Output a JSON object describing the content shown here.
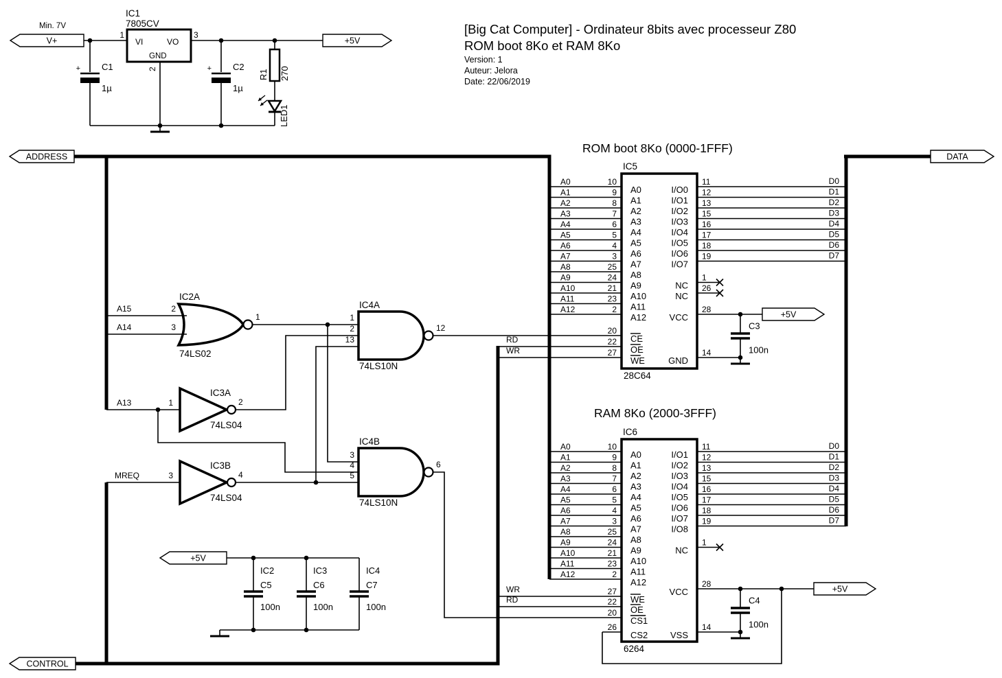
{
  "title_block": {
    "line1": "[Big Cat Computer] - Ordinateur 8bits avec processeur Z80",
    "line2": "ROM boot 8Ko et RAM 8Ko",
    "version": "Version: 1",
    "author": "Auteur: Jelora",
    "date": "Date: 22/06/2019"
  },
  "power": {
    "input_flag": "V+",
    "input_note": "Min. 7V",
    "output_flag": "+5V",
    "regulator": {
      "ref": "IC1",
      "part": "7805CV",
      "label_in": "VI",
      "label_out": "VO",
      "label_gnd": "GND",
      "pin_in": "1",
      "pin_out": "3",
      "pin_gnd": "2"
    },
    "c1": {
      "ref": "C1",
      "value": "1µ",
      "plus": "+"
    },
    "c2": {
      "ref": "C2",
      "value": "1µ",
      "plus": "+"
    },
    "r1": {
      "ref": "R1",
      "value": "270"
    },
    "led1": {
      "ref": "LED1"
    }
  },
  "buses": {
    "address": "ADDRESS",
    "data": "DATA",
    "control": "CONTROL"
  },
  "glue": {
    "nor": {
      "ref": "IC2A",
      "part": "74LS02",
      "in1_net": "A15",
      "in1_pin": "2",
      "in2_net": "A14",
      "in2_pin": "3",
      "out_pin": "1"
    },
    "inv1": {
      "ref": "IC3A",
      "part": "74LS04",
      "in_net": "A13",
      "in_pin": "1",
      "out_pin": "2"
    },
    "inv2": {
      "ref": "IC3B",
      "part": "74LS04",
      "in_net": "MREQ",
      "in_pin": "3",
      "out_pin": "4"
    },
    "nand1": {
      "ref": "IC4A",
      "part": "74LS10N",
      "in_pins": [
        "1",
        "2",
        "13"
      ],
      "out_pin": "12"
    },
    "nand2": {
      "ref": "IC4B",
      "part": "74LS10N",
      "in_pins": [
        "3",
        "4",
        "5"
      ],
      "out_pin": "6"
    }
  },
  "rom": {
    "title": "ROM boot 8Ko (0000-1FFF)",
    "ref": "IC5",
    "part": "28C64",
    "address_pins": [
      {
        "net": "A0",
        "pin": "10",
        "name": "A0"
      },
      {
        "net": "A1",
        "pin": "9",
        "name": "A1"
      },
      {
        "net": "A2",
        "pin": "8",
        "name": "A2"
      },
      {
        "net": "A3",
        "pin": "7",
        "name": "A3"
      },
      {
        "net": "A4",
        "pin": "6",
        "name": "A4"
      },
      {
        "net": "A5",
        "pin": "5",
        "name": "A5"
      },
      {
        "net": "A6",
        "pin": "4",
        "name": "A6"
      },
      {
        "net": "A7",
        "pin": "3",
        "name": "A7"
      },
      {
        "net": "A8",
        "pin": "25",
        "name": "A8"
      },
      {
        "net": "A9",
        "pin": "24",
        "name": "A9"
      },
      {
        "net": "A10",
        "pin": "21",
        "name": "A10"
      },
      {
        "net": "A11",
        "pin": "23",
        "name": "A11"
      },
      {
        "net": "A12",
        "pin": "2",
        "name": "A12"
      }
    ],
    "control_pins": [
      {
        "net": "",
        "pin": "20",
        "name": "CE",
        "bar": true
      },
      {
        "net": "RD",
        "pin": "22",
        "name": "OE",
        "bar": true
      },
      {
        "net": "WR",
        "pin": "27",
        "name": "WE",
        "bar": true
      }
    ],
    "data_pins": [
      {
        "name": "I/O0",
        "pin": "11",
        "net": "D0"
      },
      {
        "name": "I/O1",
        "pin": "12",
        "net": "D1"
      },
      {
        "name": "I/O2",
        "pin": "13",
        "net": "D2"
      },
      {
        "name": "I/O3",
        "pin": "15",
        "net": "D3"
      },
      {
        "name": "I/O4",
        "pin": "16",
        "net": "D4"
      },
      {
        "name": "I/O5",
        "pin": "17",
        "net": "D5"
      },
      {
        "name": "I/O6",
        "pin": "18",
        "net": "D6"
      },
      {
        "name": "I/O7",
        "pin": "19",
        "net": "D7"
      }
    ],
    "nc_pins": [
      {
        "name": "NC",
        "pin": "1"
      },
      {
        "name": "NC",
        "pin": "26"
      }
    ],
    "vcc": {
      "name": "VCC",
      "pin": "28",
      "flag": "+5V"
    },
    "gnd": {
      "name": "GND",
      "pin": "14"
    },
    "cap": {
      "ref": "C3",
      "value": "100n"
    }
  },
  "ram": {
    "title": "RAM 8Ko (2000-3FFF)",
    "ref": "IC6",
    "part": "6264",
    "address_pins": [
      {
        "net": "A0",
        "pin": "10",
        "name": "A0"
      },
      {
        "net": "A1",
        "pin": "9",
        "name": "A1"
      },
      {
        "net": "A2",
        "pin": "8",
        "name": "A2"
      },
      {
        "net": "A3",
        "pin": "7",
        "name": "A3"
      },
      {
        "net": "A4",
        "pin": "6",
        "name": "A4"
      },
      {
        "net": "A5",
        "pin": "5",
        "name": "A5"
      },
      {
        "net": "A6",
        "pin": "4",
        "name": "A6"
      },
      {
        "net": "A7",
        "pin": "3",
        "name": "A7"
      },
      {
        "net": "A8",
        "pin": "25",
        "name": "A8"
      },
      {
        "net": "A9",
        "pin": "24",
        "name": "A9"
      },
      {
        "net": "A10",
        "pin": "21",
        "name": "A10"
      },
      {
        "net": "A11",
        "pin": "23",
        "name": "A11"
      },
      {
        "net": "A12",
        "pin": "2",
        "name": "A12"
      }
    ],
    "control_pins": [
      {
        "net": "WR",
        "pin": "27",
        "name": "WE",
        "bar": true
      },
      {
        "net": "RD",
        "pin": "22",
        "name": "OE",
        "bar": true
      },
      {
        "net": "",
        "pin": "20",
        "name": "CS1",
        "bar": true
      },
      {
        "net": "",
        "pin": "26",
        "name": "CS2",
        "bar": false
      }
    ],
    "data_pins": [
      {
        "name": "I/O1",
        "pin": "11",
        "net": "D0"
      },
      {
        "name": "I/O2",
        "pin": "12",
        "net": "D1"
      },
      {
        "name": "I/O3",
        "pin": "13",
        "net": "D2"
      },
      {
        "name": "I/O4",
        "pin": "15",
        "net": "D3"
      },
      {
        "name": "I/O5",
        "pin": "16",
        "net": "D4"
      },
      {
        "name": "I/O6",
        "pin": "17",
        "net": "D5"
      },
      {
        "name": "I/O7",
        "pin": "18",
        "net": "D6"
      },
      {
        "name": "I/O8",
        "pin": "19",
        "net": "D7"
      }
    ],
    "nc_pins": [
      {
        "name": "NC",
        "pin": "1"
      }
    ],
    "vcc": {
      "name": "VCC",
      "pin": "28",
      "flag": "+5V"
    },
    "gnd": {
      "name": "VSS",
      "pin": "14"
    },
    "cap": {
      "ref": "C4",
      "value": "100n"
    }
  },
  "decoupling": {
    "flag": "+5V",
    "caps": [
      {
        "for": "IC2",
        "ref": "C5",
        "value": "100n"
      },
      {
        "for": "IC3",
        "ref": "C6",
        "value": "100n"
      },
      {
        "for": "IC4",
        "ref": "C7",
        "value": "100n"
      }
    ]
  },
  "colors": {
    "wire": "#000000",
    "background": "#ffffff"
  }
}
